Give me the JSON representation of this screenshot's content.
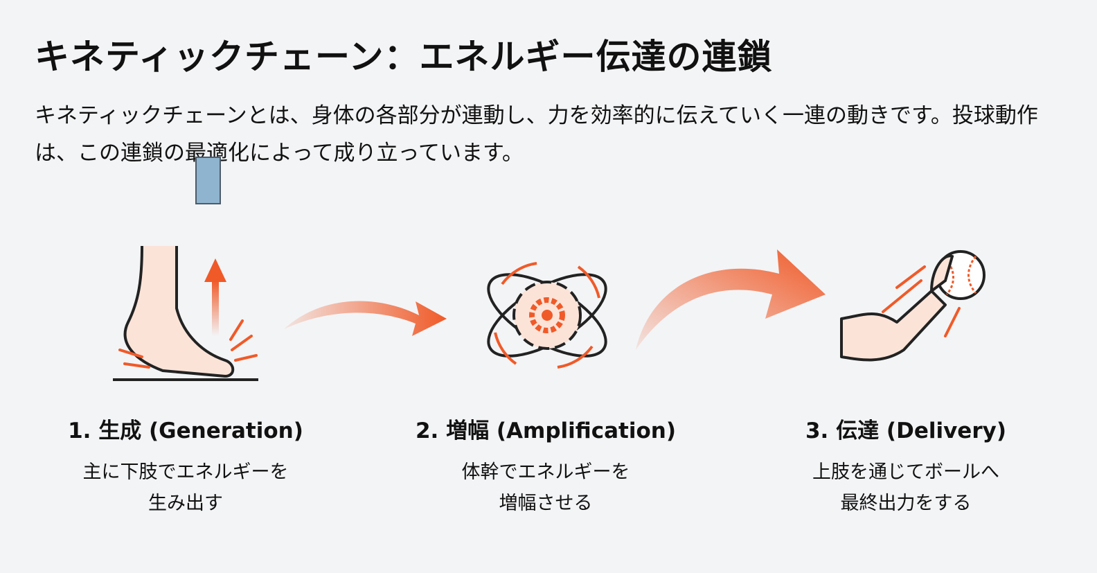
{
  "title": "キネティックチェーン：エネルギー伝達の連鎖",
  "intro": "キネティックチェーンとは、身体の各部分が連動し、力を効率的に伝えていく一連の動きです。投球動作は、この連鎖の最適化によって成り立っています。",
  "steps": [
    {
      "heading": "1. 生成 (Generation)",
      "line1": "主に下肢でエネルギーを",
      "line2": "生み出す",
      "icon": "foot-push-icon"
    },
    {
      "heading": "2. 増幅 (Amplification)",
      "line1": "体幹でエネルギーを",
      "line2": "増幅させる",
      "icon": "core-gear-icon"
    },
    {
      "heading": "3. 伝達 (Delivery)",
      "line1": "上肢を通じてボールへ",
      "line2": "最終出力をする",
      "icon": "arm-ball-icon"
    }
  ],
  "colors": {
    "accent": "#f05a28",
    "background": "#f3f4f6",
    "caret": "#8fb4cf"
  }
}
